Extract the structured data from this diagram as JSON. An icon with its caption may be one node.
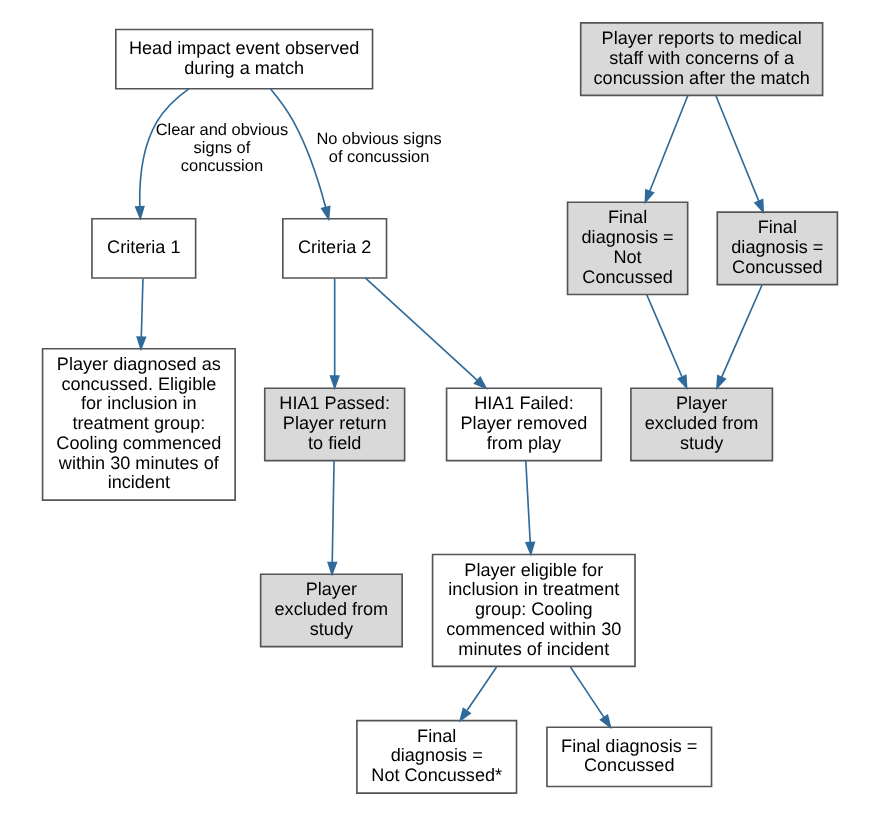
{
  "diagram": {
    "nodes": [
      {
        "text": [
          "Head impact event observed during a match"
        ]
      },
      {
        "text": [
          "Player reports to medical staff with concerns of a concussion after the match"
        ]
      },
      {
        "text": [
          "Criteria 1"
        ]
      },
      {
        "text": [
          "Criteria 2"
        ]
      },
      {
        "text": [
          "Final diagnosis = Not Concussed"
        ]
      },
      {
        "text": [
          "Final diagnosis = Concussed"
        ]
      },
      {
        "text": [
          "Player diagnosed as concussed. Eligible for inclusion in treatment group: Cooling commenced within 30 minutes of incident"
        ]
      },
      {
        "text": [
          "HIA1 Passed: Player return to field"
        ]
      },
      {
        "text": [
          "HIA1 Failed: Player removed from play"
        ]
      },
      {
        "text": [
          "Player excluded from study"
        ]
      },
      {
        "text": [
          "Player excluded from study"
        ]
      },
      {
        "text": [
          "Player eligible for inclusion in treatment group: Cooling commenced within 30 minutes of incident"
        ]
      },
      {
        "text": [
          "Final diagnosis = Not Concussed*"
        ]
      },
      {
        "text": [
          "Final diagnosis = Concussed"
        ]
      }
    ],
    "edges": [
      {
        "from": 0,
        "to": 2,
        "arrow": "to",
        "label": "Clear and obvious signs of concussion"
      },
      {
        "from": 0,
        "to": 3,
        "arrow": "to",
        "label": "No obvious signs of concussion"
      },
      {
        "from": 1,
        "to": 4,
        "arrow": "to"
      },
      {
        "from": 1,
        "to": 5,
        "arrow": "to"
      },
      {
        "from": 2,
        "to": 6,
        "arrow": "to"
      },
      {
        "from": 3,
        "to": 7,
        "arrow": "to"
      },
      {
        "from": 3,
        "to": 8,
        "arrow": "to"
      },
      {
        "from": 4,
        "to": 9,
        "arrow": "to"
      },
      {
        "from": 5,
        "to": 9,
        "arrow": "to"
      },
      {
        "from": 7,
        "to": 10,
        "arrow": "to"
      },
      {
        "from": 8,
        "to": 11,
        "arrow": "to"
      },
      {
        "from": 11,
        "to": 12,
        "arrow": "to"
      },
      {
        "from": 11,
        "to": 13,
        "arrow": "to"
      }
    ]
  }
}
